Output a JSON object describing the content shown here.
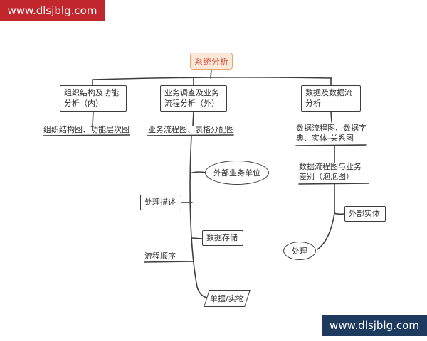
{
  "watermarks": {
    "top_left": "www.dlsjblg.com",
    "bottom_right": "www.dlsjblg.com"
  },
  "colors": {
    "watermark_top_bg": "#c3272e",
    "watermark_bottom_bg": "#1e3a5f",
    "root_fill": "#fce8d9",
    "root_border": "#eba36e",
    "root_text": "#d95b4a",
    "line": "#3d3d3d"
  },
  "nodes": {
    "root": "系统分析",
    "org_box": "组织结构及功能\n分析（内）",
    "org_label": "组织结构图、功能层次图",
    "biz_box": "业务调查及业务\n流程分析（外）",
    "biz_label": "业务流程图、表格分配图",
    "data_box": "数据及数据流\n分析",
    "data_label1": "数据流程图、数据字\n典、实体-关系图",
    "data_label2": "数据流程图与业务\n差别（泡泡图）",
    "external_unit": "外部业务单位",
    "process_desc": "处理描述",
    "data_store": "数据存储",
    "flow_order": "流程顺序",
    "document_item": "单据/实物",
    "external_entity": "外部实体",
    "process": "处理"
  }
}
